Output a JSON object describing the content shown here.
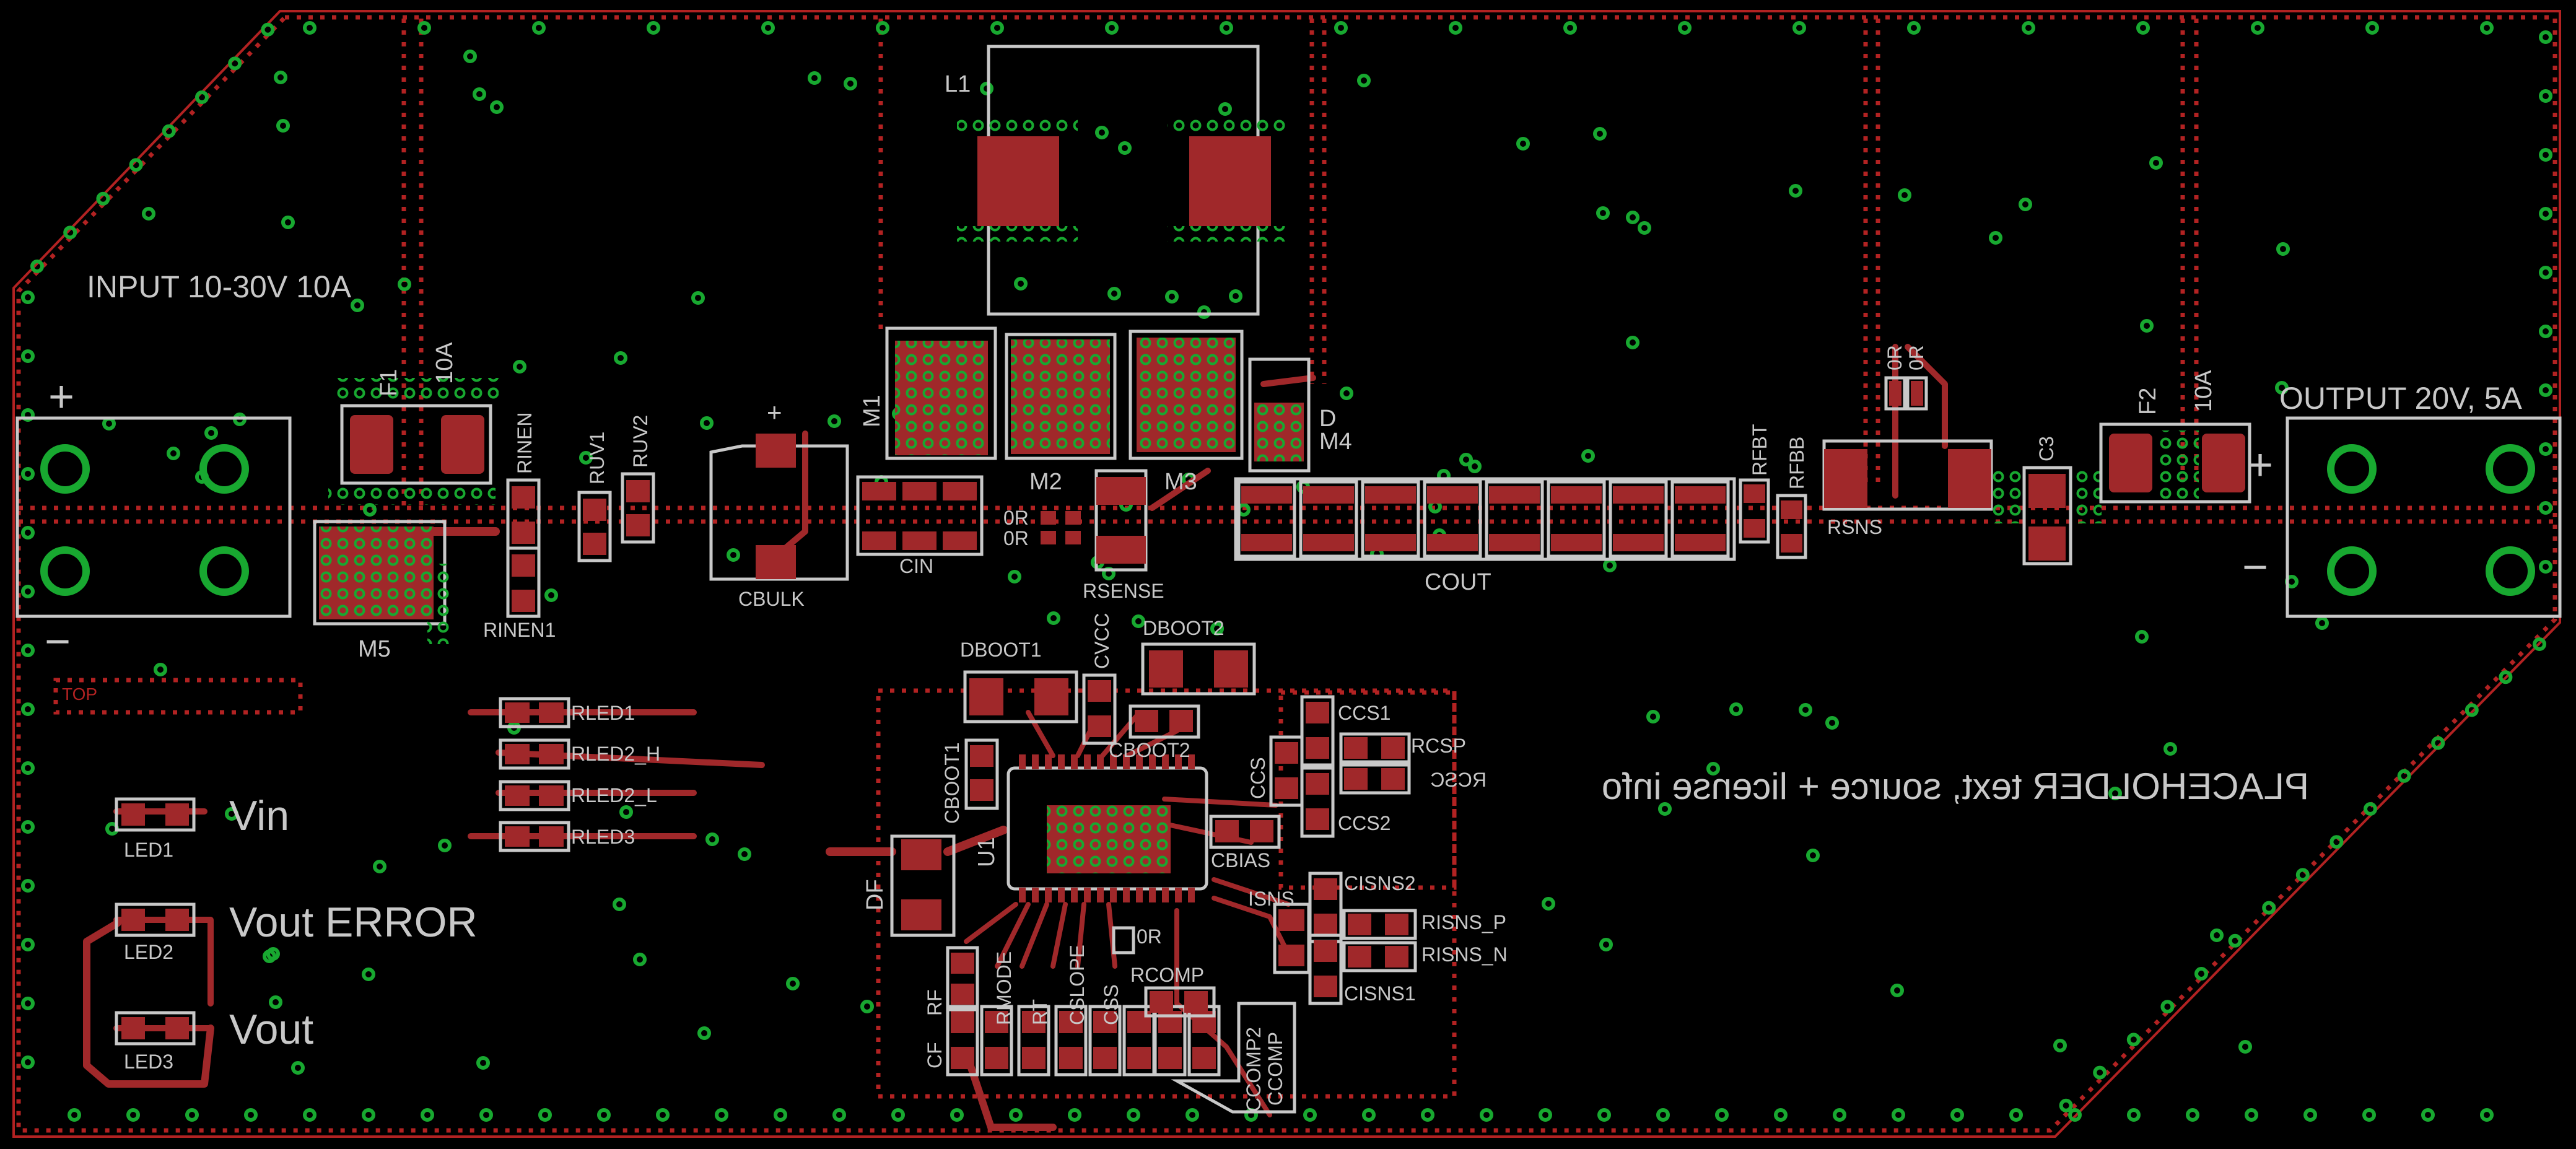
{
  "colors": {
    "background": "#000000",
    "copper": "#a0282a",
    "via": "#18a830",
    "silkscreen": "#c8c8c8",
    "keepout": "#b22222"
  },
  "board": {
    "input_label": "INPUT 10-30V 10A",
    "output_label": "OUTPUT 20V, 5A",
    "placeholder_text": "PLACEHOLDER text, source + license info",
    "top_marker": "TOP",
    "input_plus": "+",
    "input_minus": "−",
    "output_plus": "+",
    "output_minus": "−",
    "cbulk_plus": "+"
  },
  "leds": {
    "vin": "Vin",
    "vout_error": "Vout ERROR",
    "vout": "Vout"
  },
  "refs": {
    "L1": "L1",
    "F1": "F1",
    "F1_rating": "10A",
    "F2": "F2",
    "F2_rating": "10A",
    "M1": "M1",
    "M2": "M2",
    "M3": "M3",
    "M4": "M4",
    "M5": "M5",
    "D": "D",
    "RINEN": "RINEN",
    "RINEN1": "RINEN1",
    "RUV1": "RUV1",
    "RUV2": "RUV2",
    "CBULK": "CBULK",
    "CIN": "CIN",
    "RSENSE": "RSENSE",
    "R0a": "0R",
    "R0b": "0R",
    "RFBT": "RFBT",
    "RFBB": "RFBB",
    "RSNS": "RSNS",
    "C3": "C3",
    "COUT": "COUT",
    "R0c": "0R",
    "R0d": "0R",
    "DBOOT1": "DBOOT1",
    "DBOOT2": "DBOOT2",
    "CVCC": "CVCC",
    "CBOOT1": "CBOOT1",
    "CBOOT2": "CBOOT2",
    "CCS1": "CCS1",
    "CCS": "CCS",
    "CCS2": "CCS2",
    "RCSP": "RCSP",
    "RCSC": "RCSC",
    "CBIAS": "CBIAS",
    "U1": "U1",
    "ISNS": "ISNS",
    "CISNS2": "CISNS2",
    "RISNS_P": "RISNS_P",
    "RISNS_N": "RISNS_N",
    "CISNS1": "CISNS1",
    "DF": "DF",
    "RF": "RF",
    "CF": "CF",
    "RMODE": "RMODE",
    "RT": "RT",
    "CSLOPE": "CSLOPE",
    "CSS": "CSS",
    "R0e": "0R",
    "RCOMP": "RCOMP",
    "CCOMP2": "CCOMP2",
    "CCOMP": "CCOMP",
    "RLED1": "RLED1",
    "RLED2_H": "RLED2_H",
    "RLED2_L": "RLED2_L",
    "RLED3": "RLED3",
    "LED1": "LED1",
    "LED2": "LED2",
    "LED3": "LED3"
  }
}
